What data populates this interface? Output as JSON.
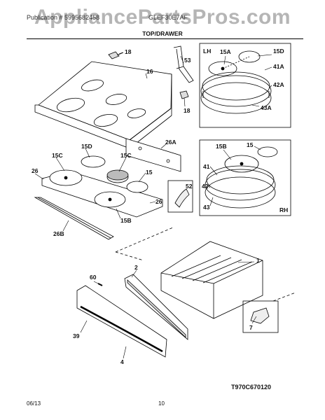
{
  "watermark": "AppliancePartsPros.com",
  "header": {
    "left": "Publication # 5995682458",
    "right": "GLEF30E7AF",
    "section_title": "TOP/DRAWER"
  },
  "box_labels": {
    "left_box": "LH",
    "right_box": "RH"
  },
  "callouts": {
    "c18a": "18",
    "c16": "16",
    "c53": "53",
    "c18b": "18",
    "c15a": "15A",
    "c15d_lh": "15D",
    "c41a": "41A",
    "c42a": "42A",
    "c43a": "43A",
    "c15d": "15D",
    "c26a": "26A",
    "c15c_a": "15C",
    "c15c_b": "15C",
    "c26_l": "26",
    "c15": "15",
    "c52": "52",
    "c26_r": "26",
    "c15b": "15B",
    "c26b": "26B",
    "c15b_rh": "15B",
    "c15_rh": "15",
    "c41": "41",
    "c42": "42",
    "c43": "43",
    "c1": "1",
    "c2": "2",
    "c60": "60",
    "c39": "39",
    "c4": "4",
    "c7": "7"
  },
  "part_code": "T970C670120",
  "footer": {
    "date": "06/13",
    "page": "10"
  }
}
